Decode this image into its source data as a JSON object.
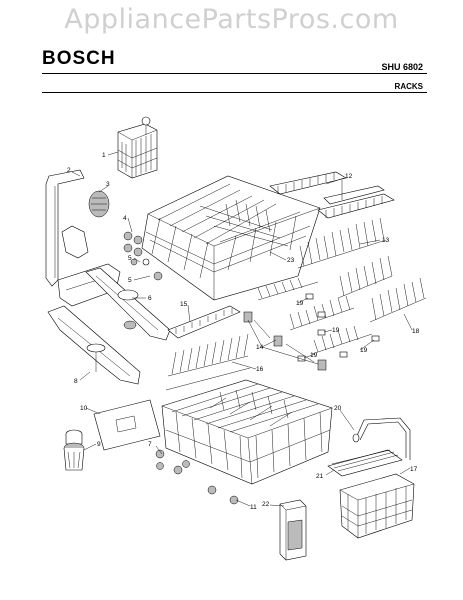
{
  "watermark": "AppliancePartsPros.com",
  "brand": "BOSCH",
  "model": "SHU 6802",
  "section": "RACKS",
  "callouts": [
    "1",
    "2",
    "3",
    "4",
    "5",
    "5",
    "6",
    "8",
    "9",
    "10",
    "7",
    "11",
    "12",
    "13",
    "14",
    "15",
    "16",
    "17",
    "18",
    "19",
    "19",
    "19",
    "19",
    "20",
    "21",
    "22",
    "23"
  ]
}
